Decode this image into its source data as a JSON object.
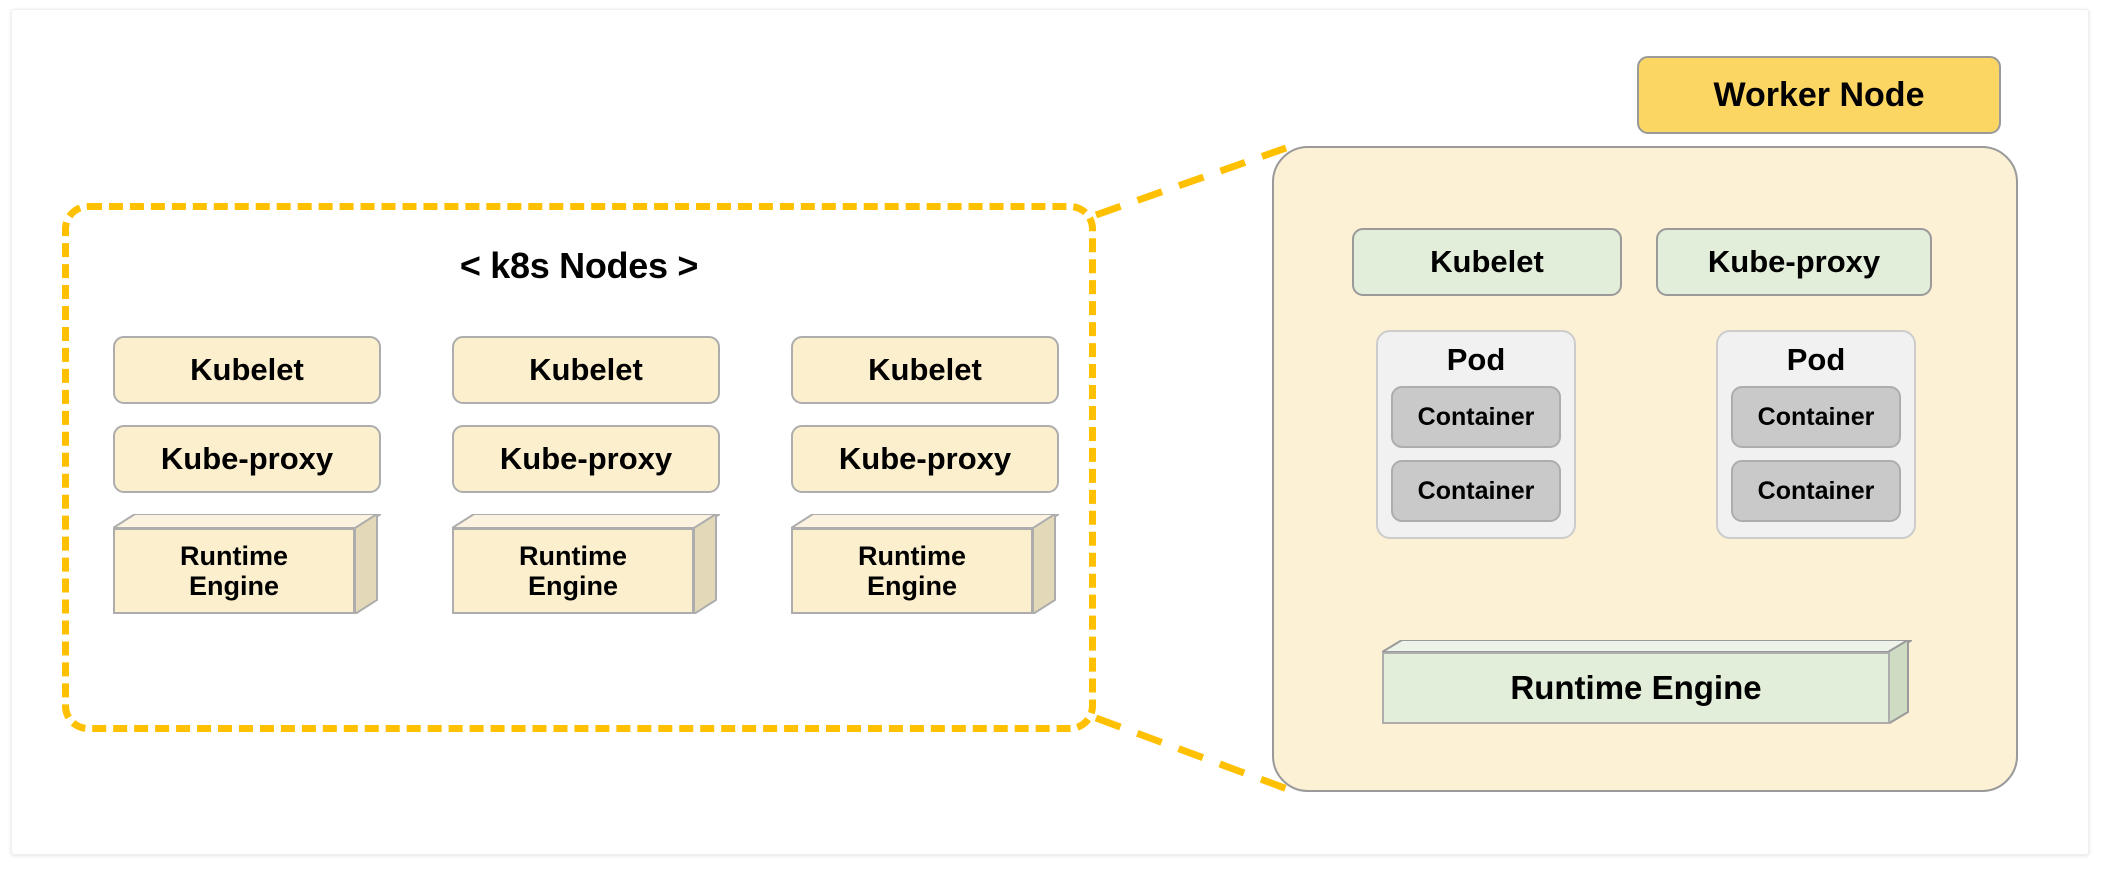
{
  "diagram": {
    "title_cluster": "< k8s Nodes >",
    "worker_header_label": "Worker Node",
    "colors": {
      "dashed_border": "#FFC000",
      "tan_fill": "#FCEFCD",
      "panel_fill": "#FCF1D5",
      "header_fill": "#FCD663",
      "green_fill": "#E2EDDA",
      "pod_fill": "#F1F1F1",
      "container_fill": "#C9C9C9",
      "stroke": "#9A9A9A"
    }
  },
  "cluster": {
    "columns": [
      {
        "kubelet": "Kubelet",
        "kube_proxy": "Kube-proxy",
        "runtime_line1": "Runtime",
        "runtime_line2": "Engine"
      },
      {
        "kubelet": "Kubelet",
        "kube_proxy": "Kube-proxy",
        "runtime_line1": "Runtime",
        "runtime_line2": "Engine"
      },
      {
        "kubelet": "Kubelet",
        "kube_proxy": "Kube-proxy",
        "runtime_line1": "Runtime",
        "runtime_line2": "Engine"
      }
    ]
  },
  "worker_node": {
    "kubelet": "Kubelet",
    "kube_proxy": "Kube-proxy",
    "pods": [
      {
        "label": "Pod",
        "containers": [
          "Container",
          "Container"
        ]
      },
      {
        "label": "Pod",
        "containers": [
          "Container",
          "Container"
        ]
      }
    ],
    "runtime_engine": "Runtime Engine"
  }
}
